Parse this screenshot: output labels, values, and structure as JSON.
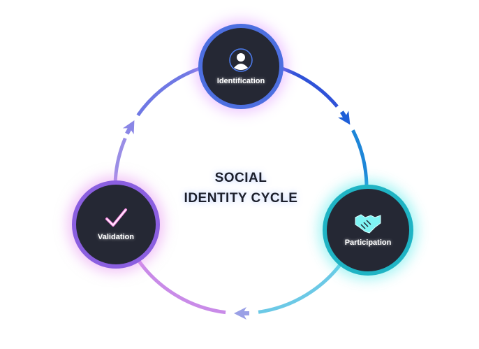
{
  "title": {
    "line1": "SOCIAL",
    "line2": "IDENTITY CYCLE"
  },
  "nodes": [
    {
      "label": "Identification",
      "icon": "user-icon",
      "color": "#4d6fe0"
    },
    {
      "label": "Participation",
      "icon": "handshake-icon",
      "color": "#1fb4c4"
    },
    {
      "label": "Validation",
      "icon": "checkmark-icon",
      "color": "#8b5fe0"
    }
  ],
  "colors": {
    "background": "#ffffff",
    "node_fill": "#252834",
    "text": "#1c1f2b"
  }
}
